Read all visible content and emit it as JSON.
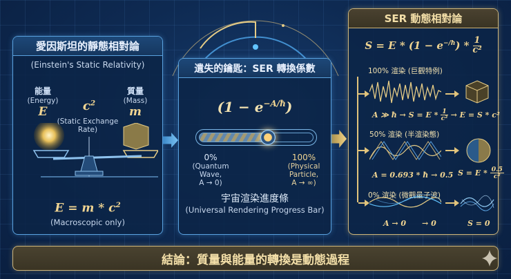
{
  "left_panel": {
    "title": "愛因斯坦的靜態相對論",
    "subtitle": "(Einstein's Static Relativity)",
    "energy_label": "能量",
    "energy_en": "(Energy)",
    "energy_symbol": "E",
    "mass_label": "質量",
    "mass_en": "(Mass)",
    "mass_symbol": "m",
    "c2_symbol": "c",
    "c2_exp": "2",
    "c2_caption": "(Static Exchange Rate)",
    "formula": "E = m * c",
    "formula_exp": "2",
    "formula_caption": "(Macroscopic only)"
  },
  "middle_panel": {
    "title": "遺失的鑰匙：SER 轉換係數",
    "formula_base": "(1 − e",
    "formula_exp": "−A/ħ",
    "formula_close": ")",
    "progress_percent": 55,
    "left_tick_value": "0%",
    "left_tick_caption1": "(Quantum Wave,",
    "left_tick_caption2": "A → 0)",
    "right_tick_value": "100%",
    "right_tick_caption1": "(Physical Particle,",
    "right_tick_caption2": "A → ∞)",
    "bar_title": "宇宙渲染進度條",
    "bar_caption": "(Universal Rendering Progress Bar)"
  },
  "right_panel": {
    "title": "SER 動態相對論",
    "main_formula_left": "S = E * (1 − e",
    "main_formula_exp": "−/ħ",
    "main_formula_right": ") *",
    "main_formula_frac_num": "1",
    "main_formula_frac_den": "c²",
    "rows": [
      {
        "label": "100% 渲染 (巨觀特例)",
        "eq_left": "A ≫ ħ → S = E *",
        "eq_frac_num": "1",
        "eq_frac_den": "c²",
        "eq_right": "→ E = S * c²",
        "result_icon": "cube-icon"
      },
      {
        "label": "50% 渲染 (半渲染態)",
        "eq_left": "A = 0.693 * ħ → 0.5",
        "eq_result": "S = E *",
        "eq_frac_num": "0.5",
        "eq_frac_den": "c²",
        "result_icon": "half-sphere-icon"
      },
      {
        "label": "0% 渲染 (微觀量子波)",
        "eq_left": "A → 0      → 0",
        "eq_result": "S = 0",
        "result_icon": "wave-cloud-icon"
      }
    ]
  },
  "conclusion": {
    "text": "結論：質量與能量的轉換是動態過程"
  },
  "colors": {
    "background": "#0e2a52",
    "panel_border_blue": "#5aa2e0",
    "gold": "#f1d592",
    "gold_border": "#cdb57a"
  }
}
